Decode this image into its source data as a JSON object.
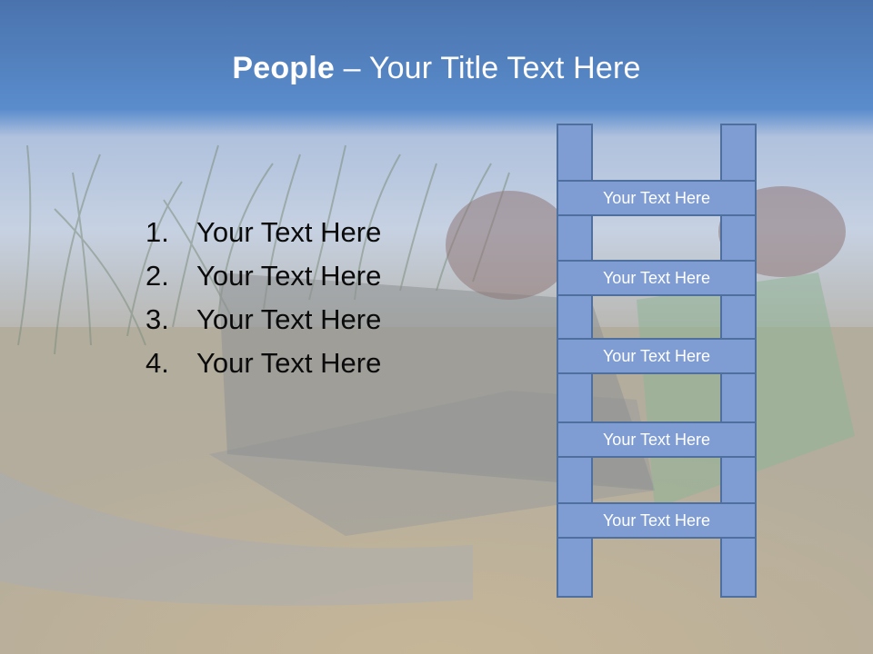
{
  "title": {
    "bold": "People",
    "rest": " – Your Title Text Here"
  },
  "list": [
    {
      "num": "1.",
      "text": "Your Text Here"
    },
    {
      "num": "2.",
      "text": "Your Text Here"
    },
    {
      "num": "3.",
      "text": "Your Text Here"
    },
    {
      "num": "4.",
      "text": "Your Text Here"
    }
  ],
  "ladder": {
    "rungs": [
      "Your Text Here",
      "Your Text Here",
      "Your Text Here",
      "Your Text Here",
      "Your Text Here"
    ]
  },
  "colors": {
    "title_band": "#4f7fc0",
    "ladder_fill": "#7f9dd3",
    "ladder_border": "#4f6f9f",
    "text_dark": "#0b0b0b"
  }
}
